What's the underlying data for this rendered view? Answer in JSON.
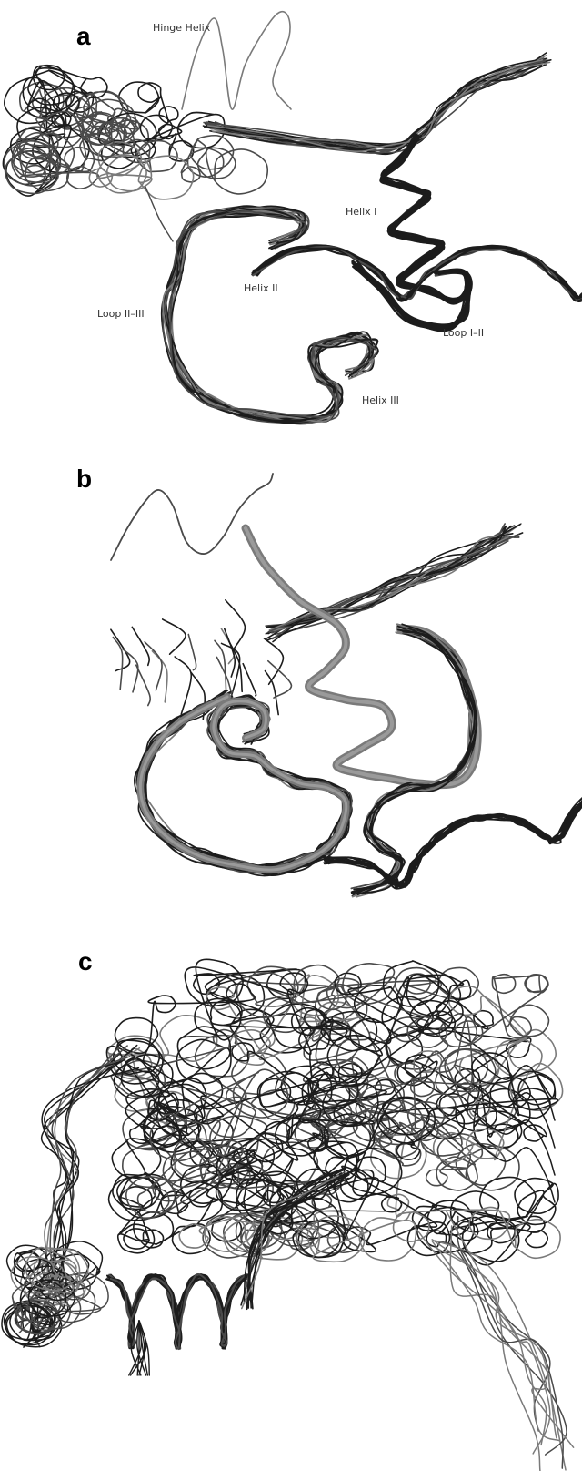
{
  "panels": [
    {
      "letter": "a",
      "labels": {
        "hinge_helix": "Hinge Helix",
        "helix_1": "Helix I",
        "helix_2": "Helix II",
        "helix_3": "Helix III",
        "loop_1_2": "Loop I–II",
        "loop_2_3": "Loop II–III"
      }
    },
    {
      "letter": "b"
    },
    {
      "letter": "c"
    }
  ],
  "colors": {
    "strand_dark": "#1c1c1c",
    "strand_mid": "#4a4a4a",
    "strand_grey": "#7a7a7a",
    "background": "#ffffff"
  }
}
